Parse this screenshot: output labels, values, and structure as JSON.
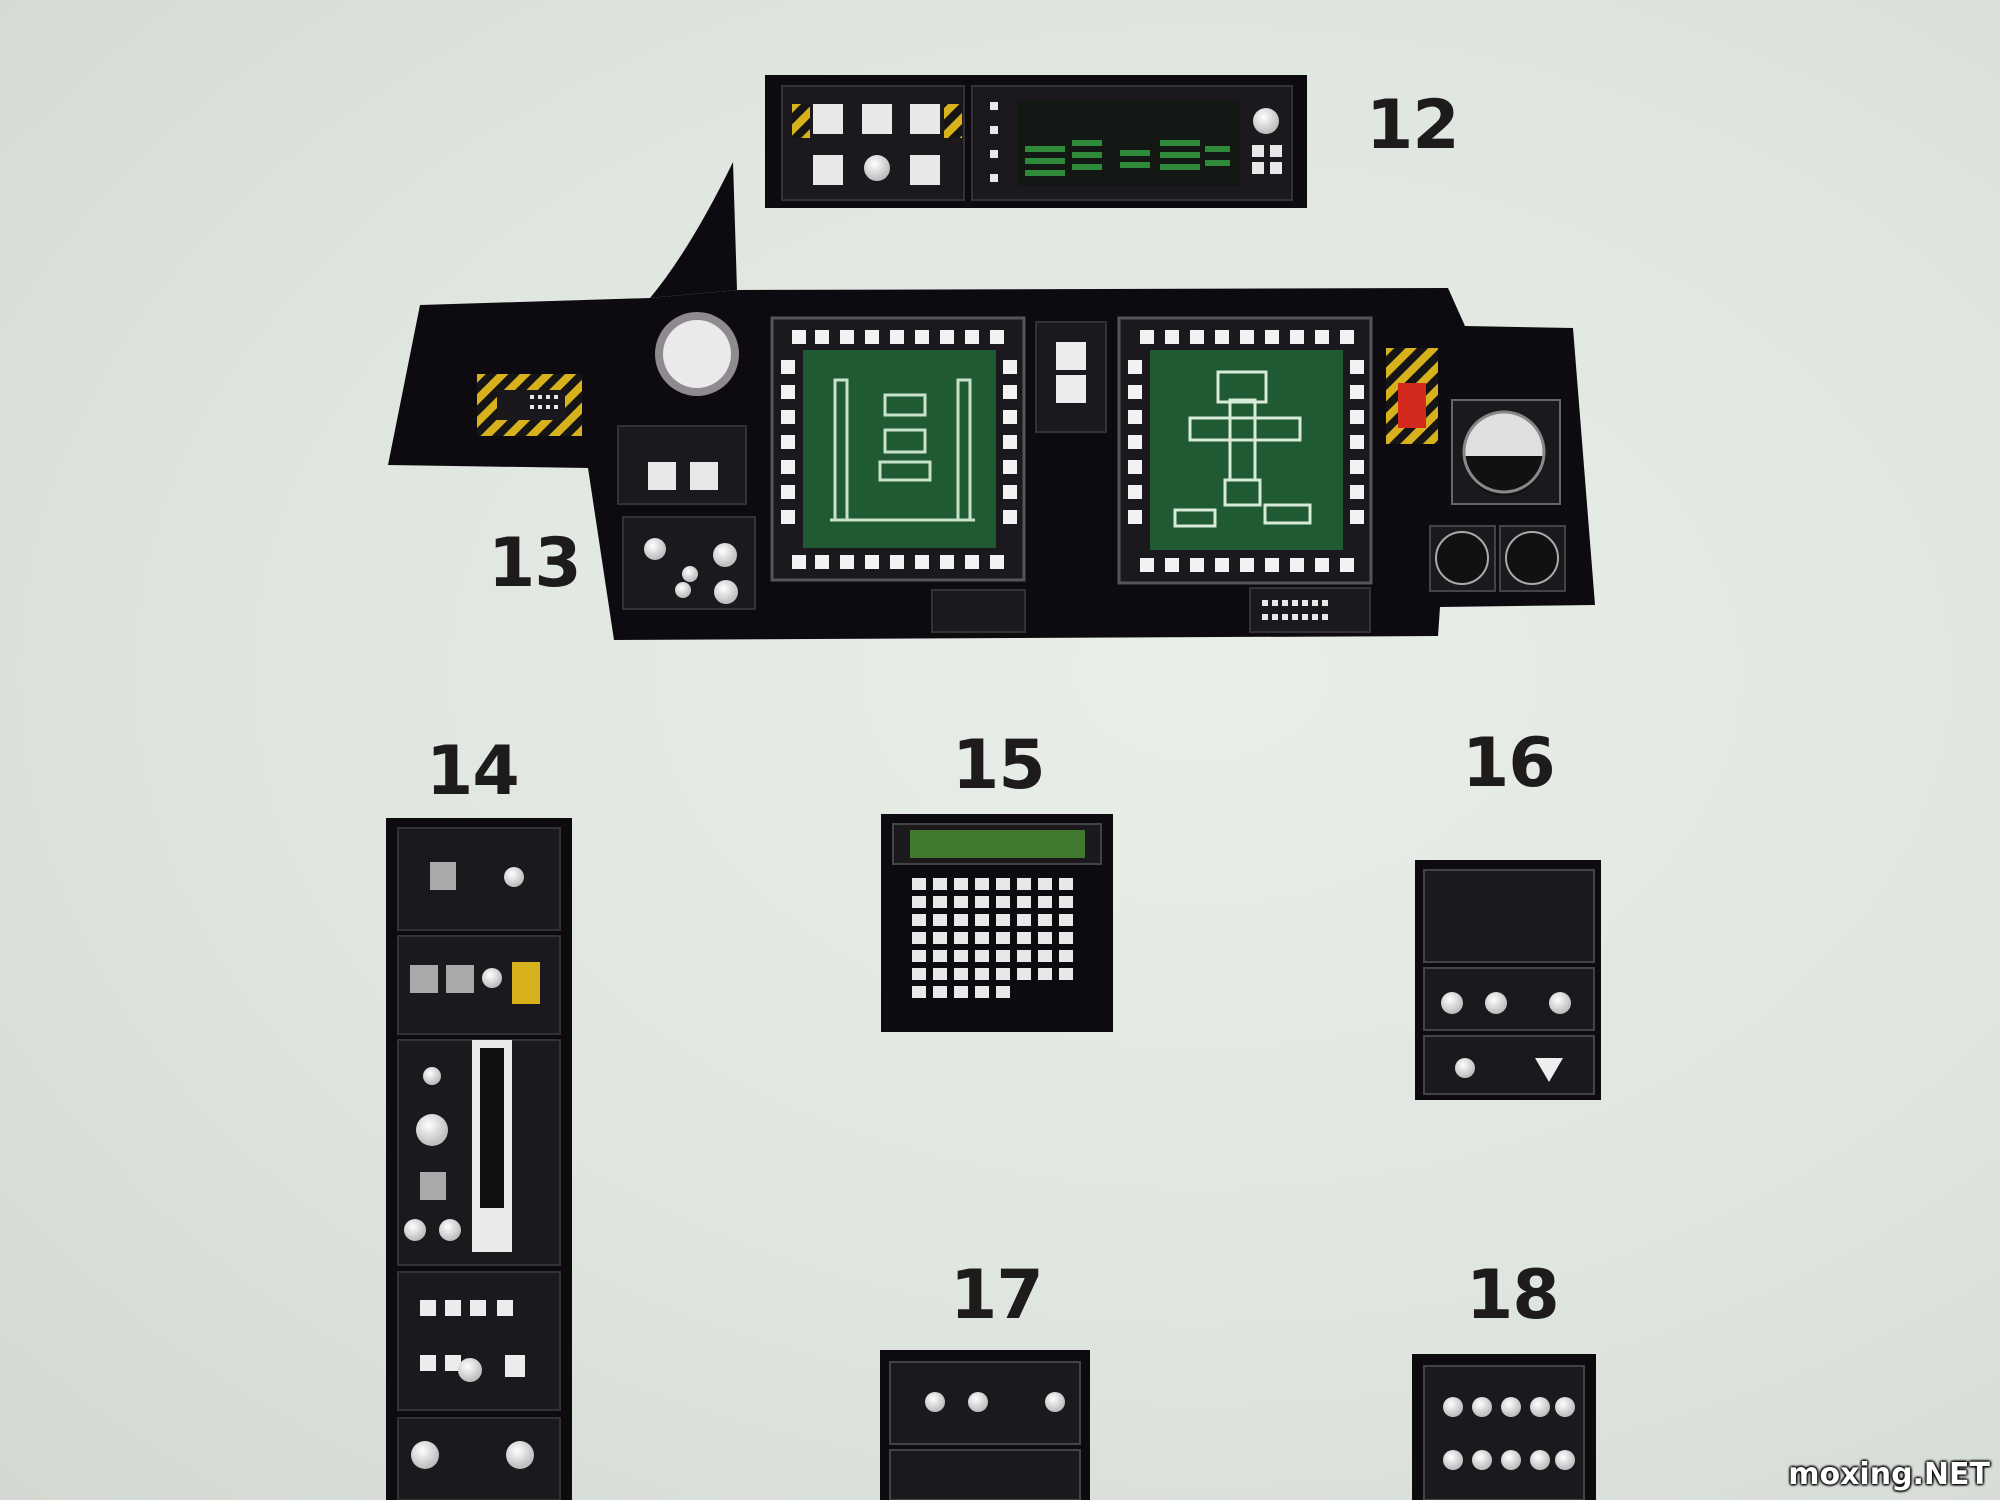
{
  "labels": {
    "p12": "12",
    "p13": "13",
    "p14": "14",
    "p15": "15",
    "p16": "16",
    "p17": "17",
    "p18": "18"
  },
  "watermark": "moxing.NET",
  "colors": {
    "paper": "#dfe5df",
    "panel": "#0d0b0f",
    "mfd_green": "#1f5a33",
    "lcd_green": "#3f7a2e",
    "hazard_yellow": "#d8b21c",
    "warning_red": "#d42a1d"
  }
}
